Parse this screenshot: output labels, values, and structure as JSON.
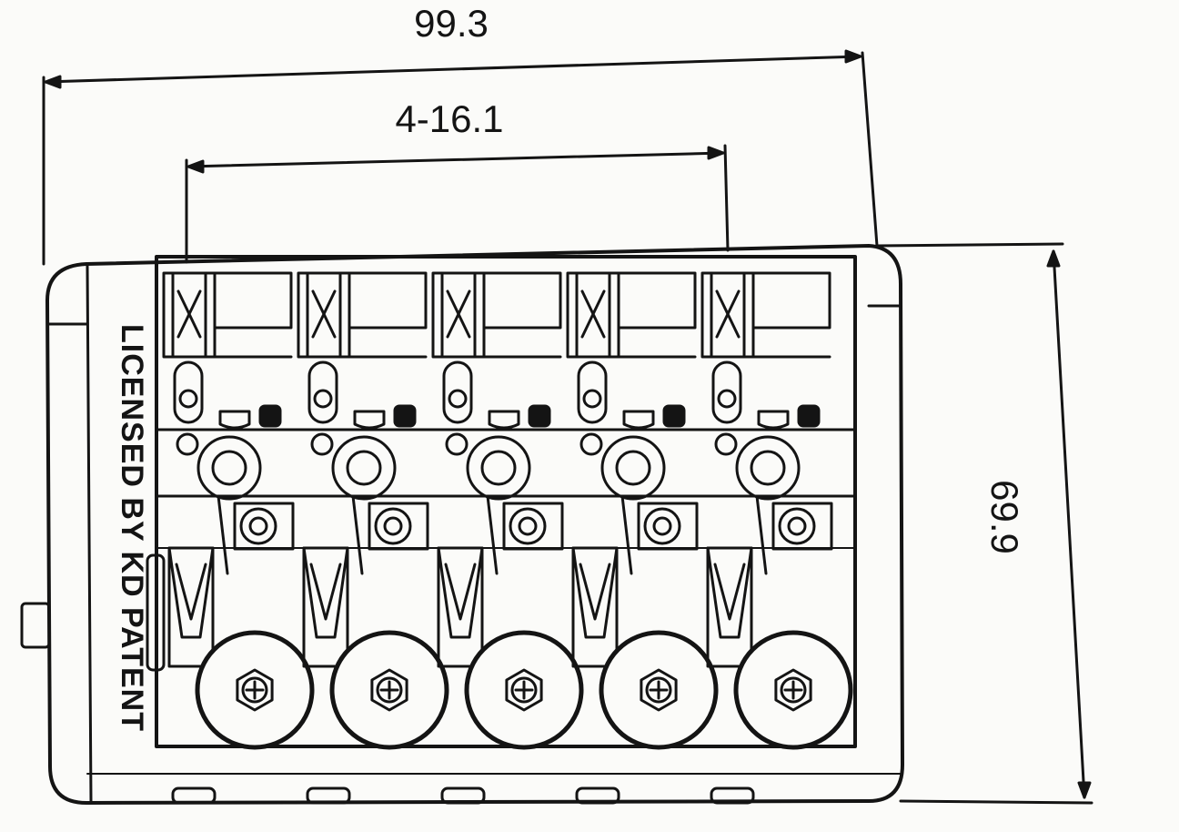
{
  "dimensions": {
    "overall_width": "99.3",
    "string_spacing": "4-16.1",
    "overall_length": "69.9"
  },
  "body_text": "LICENSED BY KD PATENT",
  "saddle_count": 5,
  "colors": {
    "ink": "#141414",
    "paper": "#fbfbf9"
  }
}
